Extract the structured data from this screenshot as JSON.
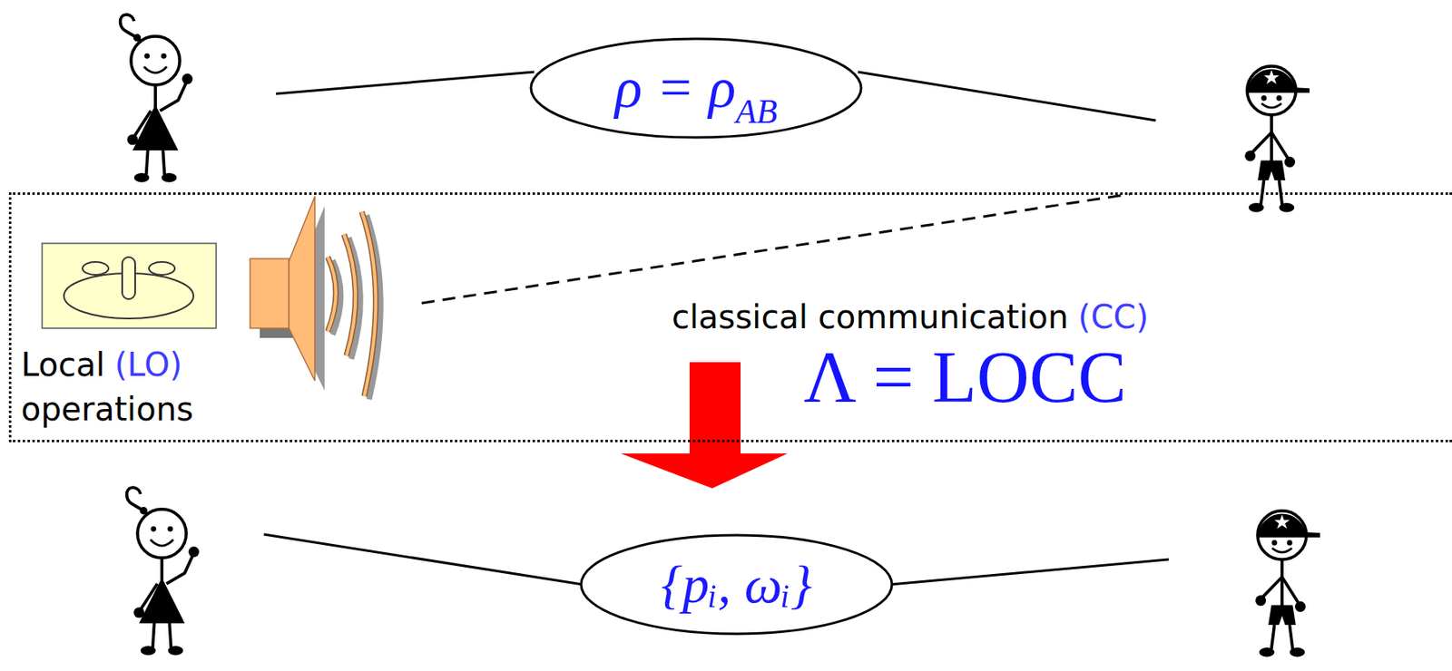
{
  "diagram": {
    "nodes": [
      {
        "text": [
          "ρ = ρ",
          "AB"
        ]
      },
      {
        "text": [
          "Local",
          "(LO)",
          "operations",
          "classical communication",
          "(CC)",
          "Λ = LOCC"
        ]
      },
      {
        "text": [
          "{pᵢ, ωᵢ}"
        ]
      }
    ]
  }
}
